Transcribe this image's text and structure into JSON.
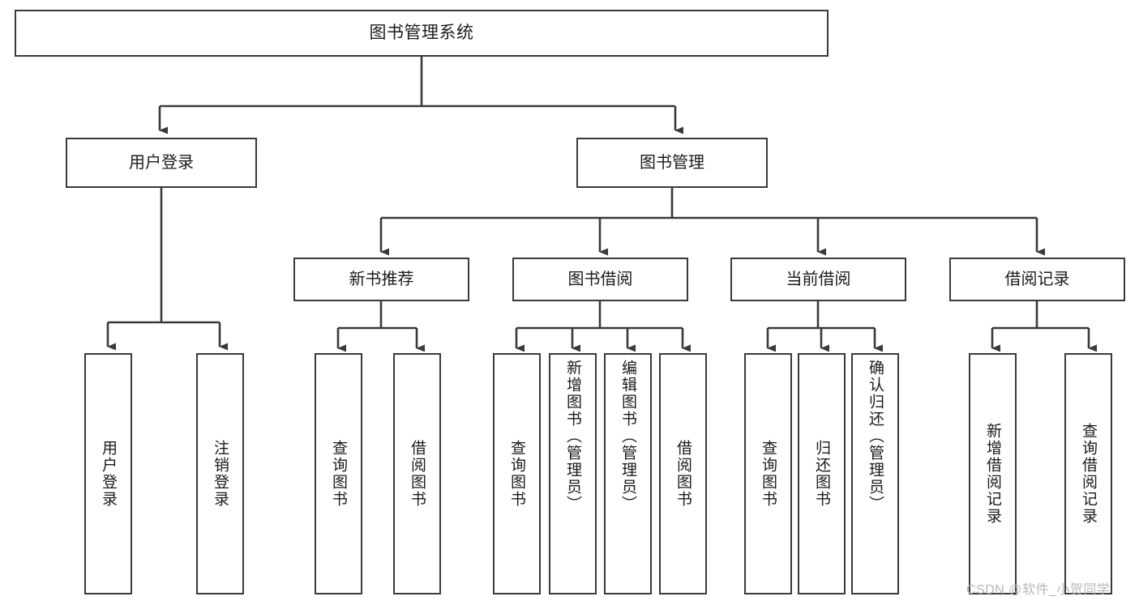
{
  "diagram": {
    "title": "图书管理系统",
    "type": "功能结构图",
    "line_color": "#3a3a3a",
    "text_color": "#1b1b1b",
    "background": "#ffffff"
  },
  "root": {
    "label": "图书管理系统"
  },
  "level2": [
    {
      "label": "用户登录"
    },
    {
      "label": "图书管理"
    }
  ],
  "level3": [
    {
      "label": "新书推荐"
    },
    {
      "label": "图书借阅"
    },
    {
      "label": "当前借阅"
    },
    {
      "label": "借阅记录"
    }
  ],
  "leaves": {
    "user_login": [
      {
        "label": "用户登录"
      },
      {
        "label": "注销登录"
      }
    ],
    "new_book": [
      {
        "label": "查询图书"
      },
      {
        "label": "借阅图书"
      }
    ],
    "book_borrow": [
      {
        "label": "查询图书"
      },
      {
        "label": "新增图书（管理员）"
      },
      {
        "label": "编辑图书（管理员）"
      },
      {
        "label": "借阅图书"
      }
    ],
    "current_borrow": [
      {
        "label": "查询图书"
      },
      {
        "label": "归还图书"
      },
      {
        "label": "确认归还（管理员）"
      }
    ],
    "borrow_record": [
      {
        "label": "新增借阅记录"
      },
      {
        "label": "查询借阅记录"
      }
    ]
  },
  "watermark": {
    "text": "CSDN @软件_小贺同学"
  }
}
